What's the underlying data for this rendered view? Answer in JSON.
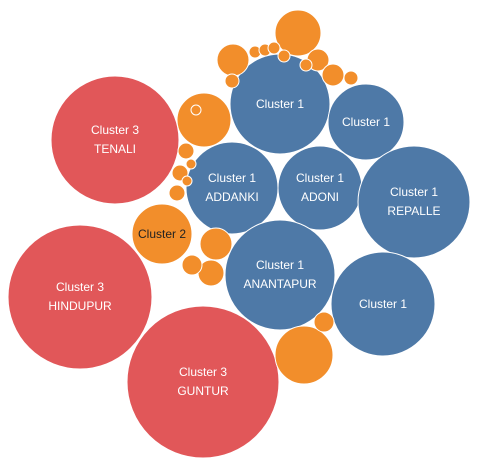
{
  "chart_data": {
    "type": "bubble",
    "colors": {
      "Cluster 1": "#4e79a7",
      "Cluster 2": "#f28e2b",
      "Cluster 3": "#e15759",
      "label_on_blue": "#ffffff",
      "label_on_red": "#ffffff",
      "label_on_orange": "#222222"
    },
    "bubbles": [
      {
        "cluster": "Cluster 3",
        "label": "TENALI"
      },
      {
        "cluster": "Cluster 3",
        "label": "HINDUPUR"
      },
      {
        "cluster": "Cluster 3",
        "label": "GUNTUR"
      },
      {
        "cluster": "Cluster 1",
        "label": ""
      },
      {
        "cluster": "Cluster 1",
        "label": ""
      },
      {
        "cluster": "Cluster 1",
        "label": "ADDANKI"
      },
      {
        "cluster": "Cluster 1",
        "label": "ADONI"
      },
      {
        "cluster": "Cluster 1",
        "label": "REPALLE"
      },
      {
        "cluster": "Cluster 1",
        "label": "ANANTAPUR"
      },
      {
        "cluster": "Cluster 1",
        "label": ""
      },
      {
        "cluster": "Cluster 2",
        "label": ""
      },
      {
        "cluster": "Cluster 2",
        "label": ""
      },
      {
        "cluster": "Cluster 2",
        "label": ""
      },
      {
        "cluster": "Cluster 2",
        "label": ""
      },
      {
        "cluster": "Cluster 2",
        "label": ""
      },
      {
        "cluster": "Cluster 2",
        "label": ""
      },
      {
        "cluster": "Cluster 2",
        "label": ""
      },
      {
        "cluster": "Cluster 2",
        "label": ""
      },
      {
        "cluster": "Cluster 2",
        "label": ""
      },
      {
        "cluster": "Cluster 2",
        "label": ""
      },
      {
        "cluster": "Cluster 2",
        "label": ""
      },
      {
        "cluster": "Cluster 2",
        "label": ""
      },
      {
        "cluster": "Cluster 2",
        "label": ""
      },
      {
        "cluster": "Cluster 2",
        "label": ""
      },
      {
        "cluster": "Cluster 2",
        "label": ""
      },
      {
        "cluster": "Cluster 2",
        "label": ""
      },
      {
        "cluster": "Cluster 2",
        "label": ""
      },
      {
        "cluster": "Cluster 2",
        "label": ""
      },
      {
        "cluster": "Cluster 2",
        "label": ""
      },
      {
        "cluster": "Cluster 2",
        "label": ""
      },
      {
        "cluster": "Cluster 2",
        "label": ""
      },
      {
        "cluster": "Cluster 2",
        "label": ""
      },
      {
        "cluster": "Cluster 2",
        "label": ""
      },
      {
        "cluster": "Cluster 2",
        "label": ""
      }
    ]
  }
}
